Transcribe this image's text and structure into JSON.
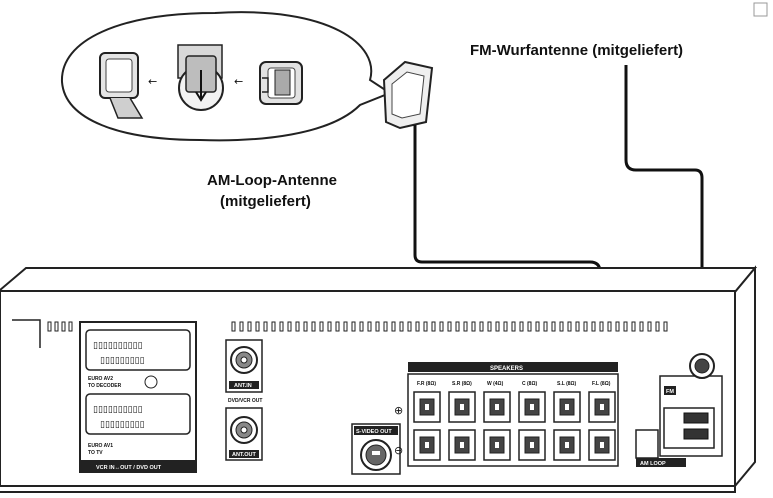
{
  "labels": {
    "fm_antenna": "FM-Wurfantenne (mitgeliefert)",
    "am_antenna_line1": "AM-Loop-Antenne",
    "am_antenna_line2": "(mitgeliefert)",
    "speakers": "SPEAKERS",
    "speaker_channels": [
      "F.R (8Ω)",
      "S.R (8Ω)",
      "W (4Ω)",
      "C (8Ω)",
      "S.L (8Ω)",
      "F.L (8Ω)"
    ],
    "plus_sign": "⊕",
    "minus_sign": "⊖",
    "euro_av2": "EURO AV2",
    "to_decoder": "TO DECODER",
    "euro_av1": "EURO AV1",
    "to_tv": "TO TV",
    "vcr_dvd": "VCR IN↔OUT / DVD OUT",
    "ant_in": "ANT.IN",
    "dvd_vcr_out": "DVD/VCR OUT",
    "ant_out": "ANT.OUT",
    "s_video_out": "S-VIDEO OUT",
    "fm": "FM",
    "am_loop": "AM LOOP"
  }
}
